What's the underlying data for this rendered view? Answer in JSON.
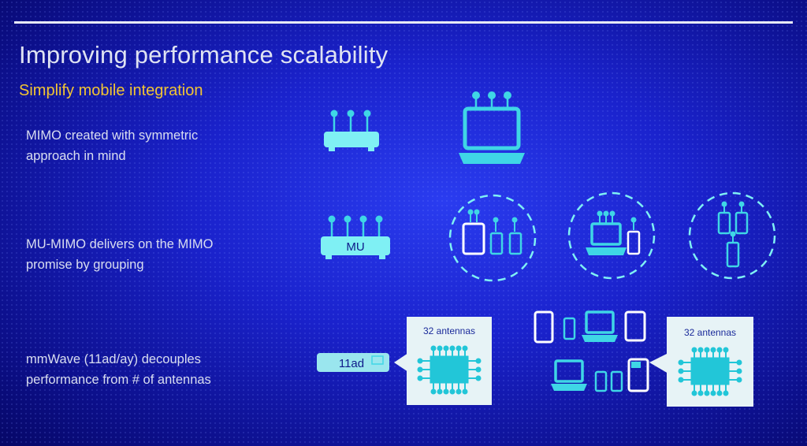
{
  "slide": {
    "title": "Improving performance scalability",
    "subtitle": "Simplify mobile integration"
  },
  "rows": [
    {
      "line1": "MIMO created with symmetric",
      "line2": "approach in mind"
    },
    {
      "line1": "MU-MIMO delivers on the MIMO",
      "line2": "promise by grouping"
    },
    {
      "line1": "mmWave (11ad/ay) decouples",
      "line2": "performance from # of antennas"
    }
  ],
  "labels": {
    "mu_router": "MU",
    "ad_router": "11ad",
    "antenna_box_1": "32 antennas",
    "antenna_box_2": "32 antennas"
  },
  "colors": {
    "icon": "#3fd6e6",
    "icon_light": "#7ff0f4",
    "title": "#dfe3f2",
    "subtitle": "#f2c533"
  }
}
